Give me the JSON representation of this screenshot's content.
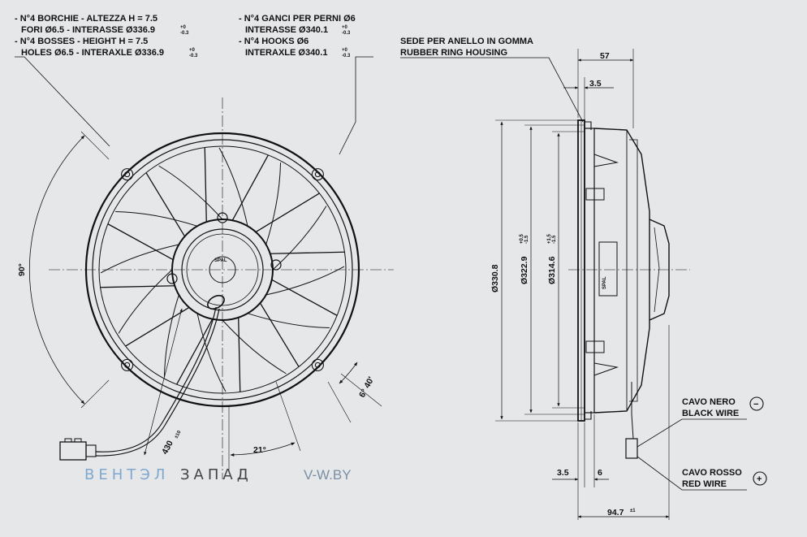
{
  "notes": {
    "bosses_line1": "- N°4 BORCHIE - ALTEZZA H = 7.5",
    "bosses_line2": "FORI Ø6.5 - INTERASSE Ø336.9",
    "bosses_line3": "- N°4 BOSSES - HEIGHT H = 7.5",
    "bosses_line4": "HOLES Ø6.5 - INTERAXLE Ø336.9",
    "bosses_tol_plus": "+0",
    "bosses_tol_minus": "-0.3",
    "hooks_line1": "- N°4 GANCI PER PERNI Ø6",
    "hooks_line2": "INTERASSE Ø340.1",
    "hooks_line3": "- N°4 HOOKS Ø6",
    "hooks_line4": "INTERAXLE Ø340.1",
    "hooks_tol_plus": "+0",
    "hooks_tol_minus": "-0.3",
    "ring_it": "SEDE PER ANELLO IN GOMMA",
    "ring_en": "RUBBER RING HOUSING"
  },
  "front_view": {
    "angle_90": "90°",
    "angle_21": "21°",
    "angle_6_40": "6° 40'",
    "cable_length": "430",
    "cable_tol": "±10",
    "motor_label": "SPAL"
  },
  "side_view": {
    "dim_57": "57",
    "dim_3_5_top": "3.5",
    "dim_330_8": "Ø330.8",
    "dim_322_9": "Ø322.9",
    "dim_322_9_tol_plus": "+0.5",
    "dim_322_9_tol_minus": "-1.5",
    "dim_314_6": "Ø314.6",
    "dim_314_6_tol_plus": "+1.5",
    "dim_314_6_tol_minus": "-1.5",
    "dim_3_5_bottom": "3.5",
    "dim_6": "6",
    "dim_94_7": "94.7",
    "dim_94_7_tol": "±1",
    "motor_label": "SPAL"
  },
  "wires": {
    "black_it": "CAVO NERO",
    "black_en": "BLACK WIRE",
    "black_symbol": "−",
    "red_it": "CAVO ROSSO",
    "red_en": "RED WIRE",
    "red_symbol": "+"
  },
  "watermark": {
    "part1": "ВЕНТЭЛ",
    "part2": "ЗАПАД",
    "site": "V-W.BY"
  },
  "colors": {
    "background": "#e6e7e9",
    "line": "#111111",
    "brand_blue": "#7fa7cf",
    "brand_dark": "#444444",
    "site_gray": "#7a8fa5"
  }
}
